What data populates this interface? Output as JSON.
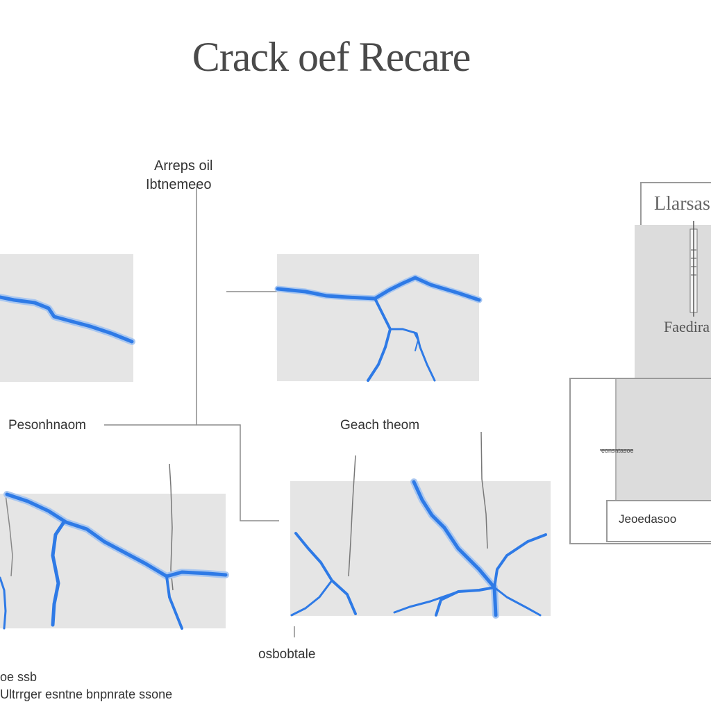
{
  "title": "Crack oef Recare",
  "labels": {
    "top_callout_line1": "Arreps oil",
    "top_callout_line2": "Ibtnemeeo",
    "mid_left": "Pesonhnaom",
    "mid_center": "Geach theom",
    "bottom_center": "osbobtale",
    "bottom_left_line1": "oe ssb",
    "bottom_left_line2": "Ultrrger esntne bnpnrate ssone"
  },
  "side_panel": {
    "header": "Llarsas",
    "middle_label": "Faedira",
    "marker_label": "eonsatasoe",
    "footer": "Jeoedasoo"
  },
  "colors": {
    "crack": "#2e7ae6",
    "panel": "#e5e5e5",
    "title": "#4a4a4a",
    "leader": "#8c8c8c"
  }
}
